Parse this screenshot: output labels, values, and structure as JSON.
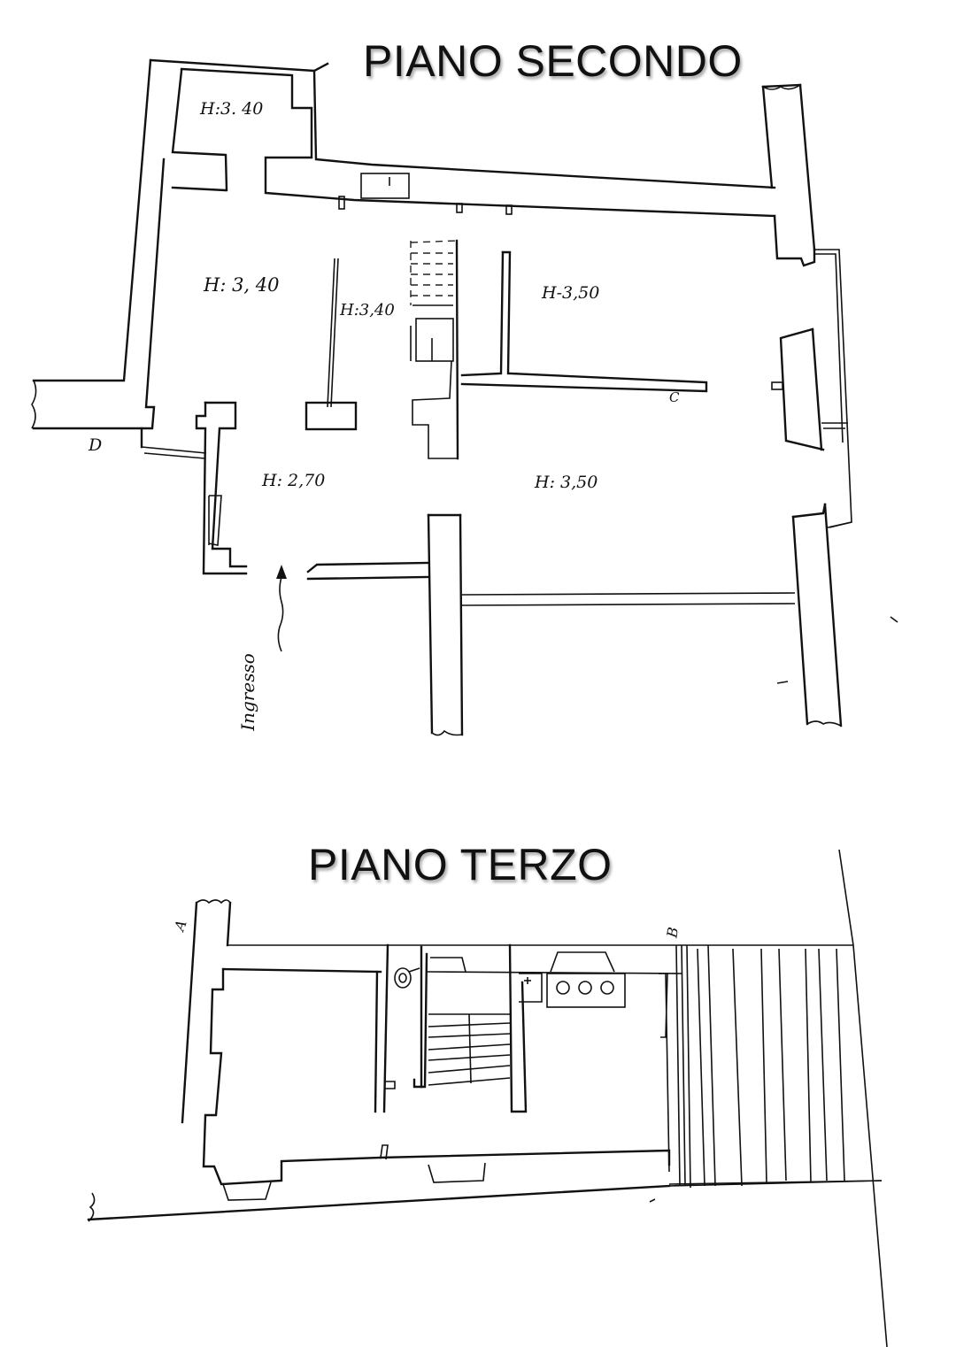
{
  "floors": [
    {
      "id": "piano-secondo",
      "title": "PIANO SECONDO",
      "rooms": [
        {
          "label": "H:3. 40",
          "position": "top-left small room"
        },
        {
          "label": "H: 3, 40",
          "position": "left large room"
        },
        {
          "label": "H:3,40",
          "position": "central corridor"
        },
        {
          "label": "H-3,50",
          "position": "right upper room"
        },
        {
          "label": "H: 2,70",
          "position": "entrance hall"
        },
        {
          "label": "H: 3,50",
          "position": "right lower room"
        }
      ],
      "section_markers": [
        "D",
        "C"
      ],
      "entrance_label": "Ingresso"
    },
    {
      "id": "piano-terzo",
      "title": "PIANO TERZO",
      "section_markers": [
        "A",
        "B"
      ],
      "fixtures": [
        "staircase",
        "boiler",
        "stove with three burners",
        "sink"
      ]
    }
  ]
}
